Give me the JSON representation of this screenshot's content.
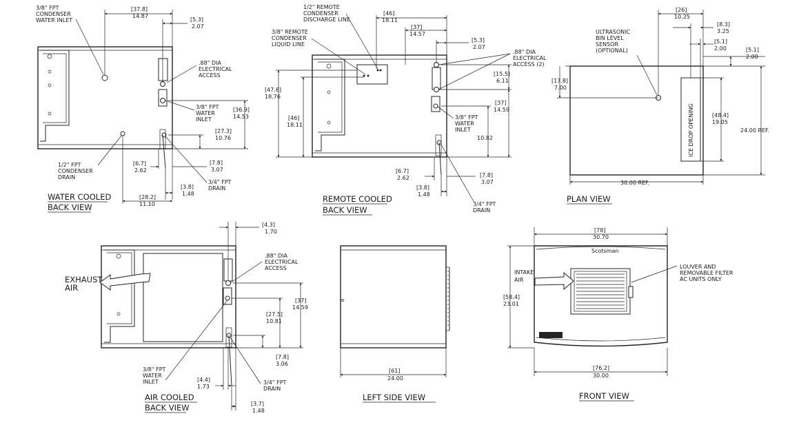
{
  "views": {
    "water_cooled": {
      "title1": "WATER COOLED",
      "title2": "BACK VIEW",
      "cond_inlet": [
        "3/8\" FPT",
        "CONDENSER",
        "WATER INLET"
      ],
      "dim_top_mm": "[37.8]",
      "dim_top_in": "14.87",
      "dim_53_mm": "[5.3]",
      "dim_53_in": "2.07",
      "elec": [
        ".88\" DIA",
        "ELECTRICAL",
        "ACCESS"
      ],
      "water_inlet": [
        "3/8\" FPT",
        "WATER",
        "INLET"
      ],
      "dim_369_mm": "[36.9]",
      "dim_369_in": "14.53",
      "dim_273_mm": "[27.3]",
      "dim_273_in": "10.76",
      "cond_drain": [
        "1/2\" FPT",
        "CONDENSER",
        "DRAIN"
      ],
      "dim_67_mm": "[6.7]",
      "dim_67_in": "2.62",
      "dim_78_mm": "[7.8]",
      "dim_78_in": "3.07",
      "dim_38_mm": "[3.8]",
      "dim_38_in": "1.48",
      "drain": [
        "3/4\" FPT",
        "DRAIN"
      ],
      "dim_282_mm": "[28.2]",
      "dim_282_in": "11.10"
    },
    "remote_cooled": {
      "title1": "REMOTE COOLED",
      "title2": "BACK VIEW",
      "discharge": [
        "1/2\" REMOTE",
        "CONDENSER",
        "DISCHARGE LINE"
      ],
      "liquid": [
        "3/8\" REMOTE",
        "CONDENSER",
        "LIQUID LINE"
      ],
      "dim_46t_mm": "[46]",
      "dim_46t_in": "18.11",
      "dim_37t_mm": "[37]",
      "dim_37t_in": "14.57",
      "dim_53_mm": "[5.3]",
      "dim_53_in": "2.07",
      "elec": [
        ".88\" DIA",
        "ELECTRICAL",
        "ACCESS (2)"
      ],
      "dim_155_mm": "[15.5]",
      "dim_155_in": "6.11",
      "dim_476_mm": "[47.6]",
      "dim_476_in": "18.76",
      "dim_46l_mm": "[46]",
      "dim_46l_in": "18.11",
      "dim_37r_mm": "[37]",
      "dim_37r_in": "14.59",
      "water_inlet": [
        "3/8\" FPT",
        "WATER",
        "INLET"
      ],
      "dim_1082_in": "10.82",
      "dim_67_mm": "[6.7]",
      "dim_67_in": "2.62",
      "dim_78_mm": "[7.8]",
      "dim_78_in": "3.07",
      "dim_38_mm": "[3.8]",
      "dim_38_in": "1.48",
      "drain": [
        "3/4\" FPT",
        "DRAIN"
      ]
    },
    "plan": {
      "title": "PLAN VIEW",
      "sensor": [
        "ULTRASONIC",
        "BIN LEVEL",
        "SENSOR",
        "(OPTIONAL)"
      ],
      "dim_26_mm": "[26]",
      "dim_26_in": "10.25",
      "dim_83_mm": "[8.3]",
      "dim_83_in": "3.25",
      "dim_51a_mm": "[5.1]",
      "dim_51a_in": "2.00",
      "dim_51b_mm": "[5.1]",
      "dim_51b_in": "2.00",
      "dim_178_mm": "[17.8]",
      "dim_178_in": "7.00",
      "ice_drop": "ICE DROP OPENING",
      "dim_484_mm": "[48.4]",
      "dim_484_in": "19.05",
      "depth": "24.00  REF.",
      "width": "30.00  REF."
    },
    "air_cooled": {
      "title1": "AIR COOLED",
      "title2": "BACK VIEW",
      "exhaust": [
        "EXHAUST",
        "AIR"
      ],
      "dim_43_mm": "[4.3]",
      "dim_43_in": "1.70",
      "elec": [
        ".88\" DIA",
        "ELECTRICAL",
        "ACCESS"
      ],
      "dim_37_mm": "[37]",
      "dim_37_in": "14.59",
      "dim_275_mm": "[27.5]",
      "dim_275_in": "10.81",
      "dim_78_mm": "[7.8]",
      "dim_78_in": "3.06",
      "water_inlet": [
        "3/8\" FPT",
        "WATER",
        "INLET"
      ],
      "dim_44_mm": "[4.4]",
      "dim_44_in": "1.73",
      "drain": [
        "3/4\" FPT",
        "DRAIN"
      ],
      "dim_37b_mm": "[3.7]",
      "dim_37b_in": "1.48"
    },
    "left_side": {
      "title": "LEFT SIDE VIEW",
      "dim_61_mm": "[61]",
      "dim_61_in": "24.00"
    },
    "front": {
      "title": "FRONT VIEW",
      "brand": "Scotsman",
      "dim_78_mm": "[78]",
      "dim_78_in": "30.70",
      "intake": [
        "INTAKE",
        "AIR"
      ],
      "louver": [
        "LOUVER AND",
        "REMOVABLE FILTER",
        "AC UNITS ONLY"
      ],
      "dim_584_mm": "[58.4]",
      "dim_584_in": "23.01",
      "dim_762_mm": "[76.2]",
      "dim_762_in": "30.00"
    }
  }
}
